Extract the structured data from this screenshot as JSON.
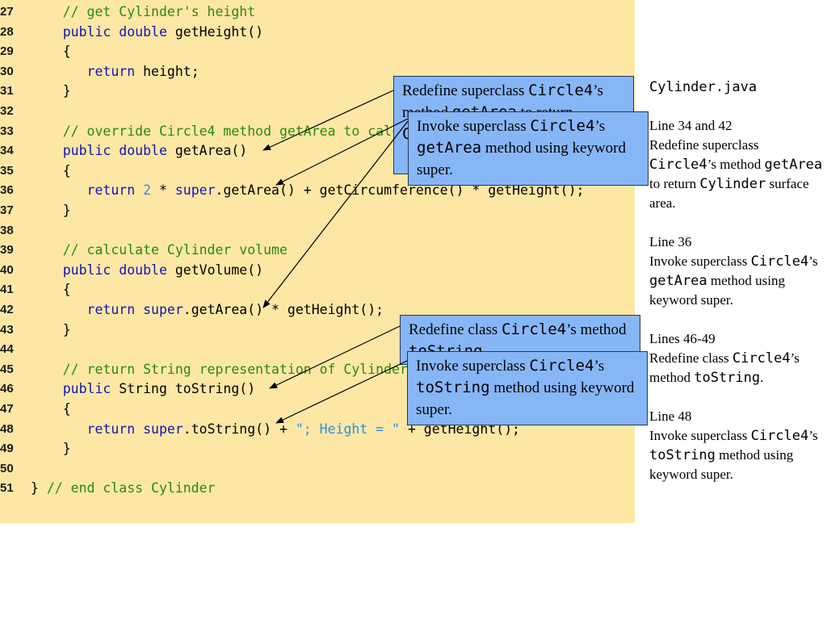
{
  "code_lines": [
    {
      "num": "27",
      "tokens": [
        {
          "t": "    "
        },
        {
          "t": "// get Cylinder's height",
          "c": "c"
        }
      ]
    },
    {
      "num": "28",
      "tokens": [
        {
          "t": "    "
        },
        {
          "t": "public",
          "c": "k"
        },
        {
          "t": " "
        },
        {
          "t": "double",
          "c": "k"
        },
        {
          "t": " getHeight()"
        }
      ]
    },
    {
      "num": "29",
      "tokens": [
        {
          "t": "    {"
        }
      ]
    },
    {
      "num": "30",
      "tokens": [
        {
          "t": "       "
        },
        {
          "t": "return",
          "c": "k"
        },
        {
          "t": " height;"
        }
      ]
    },
    {
      "num": "31",
      "tokens": [
        {
          "t": "    }"
        }
      ]
    },
    {
      "num": "32",
      "tokens": []
    },
    {
      "num": "33",
      "tokens": [
        {
          "t": "    "
        },
        {
          "t": "// override Circle4 method getArea to calculate Cylinder area",
          "c": "c"
        }
      ]
    },
    {
      "num": "34",
      "tokens": [
        {
          "t": "    "
        },
        {
          "t": "public",
          "c": "k"
        },
        {
          "t": " "
        },
        {
          "t": "double",
          "c": "k"
        },
        {
          "t": " getArea()"
        }
      ]
    },
    {
      "num": "35",
      "tokens": [
        {
          "t": "    {"
        }
      ]
    },
    {
      "num": "36",
      "tokens": [
        {
          "t": "       "
        },
        {
          "t": "return",
          "c": "k"
        },
        {
          "t": " "
        },
        {
          "t": "2",
          "c": "n"
        },
        {
          "t": " * "
        },
        {
          "t": "super",
          "c": "k"
        },
        {
          "t": ".getArea() + getCircumference() * getHeight();"
        }
      ]
    },
    {
      "num": "37",
      "tokens": [
        {
          "t": "    }"
        }
      ]
    },
    {
      "num": "38",
      "tokens": []
    },
    {
      "num": "39",
      "tokens": [
        {
          "t": "    "
        },
        {
          "t": "// calculate Cylinder volume",
          "c": "c"
        }
      ]
    },
    {
      "num": "40",
      "tokens": [
        {
          "t": "    "
        },
        {
          "t": "public",
          "c": "k"
        },
        {
          "t": " "
        },
        {
          "t": "double",
          "c": "k"
        },
        {
          "t": " getVolume()"
        }
      ]
    },
    {
      "num": "41",
      "tokens": [
        {
          "t": "    {"
        }
      ]
    },
    {
      "num": "42",
      "tokens": [
        {
          "t": "       "
        },
        {
          "t": "return",
          "c": "k"
        },
        {
          "t": " "
        },
        {
          "t": "super",
          "c": "k"
        },
        {
          "t": ".getArea() * getHeight();"
        }
      ]
    },
    {
      "num": "43",
      "tokens": [
        {
          "t": "    }"
        }
      ]
    },
    {
      "num": "44",
      "tokens": []
    },
    {
      "num": "45",
      "tokens": [
        {
          "t": "    "
        },
        {
          "t": "// return String representation of Cylinder object",
          "c": "c"
        }
      ]
    },
    {
      "num": "46",
      "tokens": [
        {
          "t": "    "
        },
        {
          "t": "public",
          "c": "k"
        },
        {
          "t": " String toString()"
        }
      ]
    },
    {
      "num": "47",
      "tokens": [
        {
          "t": "    {"
        }
      ]
    },
    {
      "num": "48",
      "tokens": [
        {
          "t": "       "
        },
        {
          "t": "return",
          "c": "k"
        },
        {
          "t": " "
        },
        {
          "t": "super",
          "c": "k"
        },
        {
          "t": ".toString() + "
        },
        {
          "t": "\"; Height = \"",
          "c": "s"
        },
        {
          "t": " + getHeight();"
        }
      ]
    },
    {
      "num": "49",
      "tokens": [
        {
          "t": "    }"
        }
      ]
    },
    {
      "num": "50",
      "tokens": []
    },
    {
      "num": "51",
      "tokens": [
        {
          "t": "} "
        },
        {
          "t": "// end class Cylinder",
          "c": "c"
        }
      ]
    }
  ],
  "callouts": [
    {
      "id": "redefine-getarea",
      "parts": [
        {
          "t": "Redefine superclass "
        },
        {
          "t": "Circle4",
          "m": true
        },
        {
          "t": "’s method "
        },
        {
          "t": "getArea",
          "m": true
        },
        {
          "t": " to return "
        },
        {
          "t": "Cylinder",
          "m": true
        },
        {
          "t": " surface area."
        }
      ]
    },
    {
      "id": "invoke-getarea",
      "parts": [
        {
          "t": "Invoke superclass "
        },
        {
          "t": "Circle4",
          "m": true
        },
        {
          "t": "’s "
        },
        {
          "t": "getArea",
          "m": true
        },
        {
          "t": " method using keyword super."
        }
      ]
    },
    {
      "id": "redefine-tostring",
      "parts": [
        {
          "t": "Redefine class "
        },
        {
          "t": "Circle4",
          "m": true
        },
        {
          "t": "’s method "
        },
        {
          "t": "toString",
          "m": true
        },
        {
          "t": "."
        }
      ]
    },
    {
      "id": "invoke-tostring",
      "parts": [
        {
          "t": "Invoke superclass "
        },
        {
          "t": "Circle4",
          "m": true
        },
        {
          "t": "’s "
        },
        {
          "t": "toString",
          "m": true
        },
        {
          "t": " method using keyword super."
        }
      ]
    }
  ],
  "notes": {
    "file": "Cylinder.java",
    "blocks": [
      {
        "line": "Line 34 and 42",
        "parts": [
          {
            "t": "Redefine superclass "
          },
          {
            "t": "Circle4",
            "m": true
          },
          {
            "t": "’s method "
          },
          {
            "t": "getArea",
            "m": true
          },
          {
            "t": " to return "
          },
          {
            "t": "Cylinder",
            "m": true
          },
          {
            "t": " surface area."
          }
        ]
      },
      {
        "line": "Line 36",
        "parts": [
          {
            "t": "Invoke superclass "
          },
          {
            "t": "Circle4",
            "m": true
          },
          {
            "t": "’s "
          },
          {
            "t": "getArea",
            "m": true
          },
          {
            "t": " method using keyword super."
          }
        ]
      },
      {
        "line": "Lines 46-49",
        "parts": [
          {
            "t": "Redefine class "
          },
          {
            "t": "Circle4",
            "m": true
          },
          {
            "t": "’s method "
          },
          {
            "t": "toString",
            "m": true
          },
          {
            "t": "."
          }
        ]
      },
      {
        "line": "Line 48",
        "parts": [
          {
            "t": "Invoke superclass "
          },
          {
            "t": "Circle4",
            "m": true
          },
          {
            "t": "’s "
          },
          {
            "t": "toString",
            "m": true
          },
          {
            "t": " method using keyword super."
          }
        ]
      }
    ]
  },
  "colors": {
    "code_background": "#fde7a5",
    "callout_background": "#87b6f7",
    "comment": "#2a8a10",
    "keyword": "#1414b4",
    "literal": "#2d8fe0"
  }
}
